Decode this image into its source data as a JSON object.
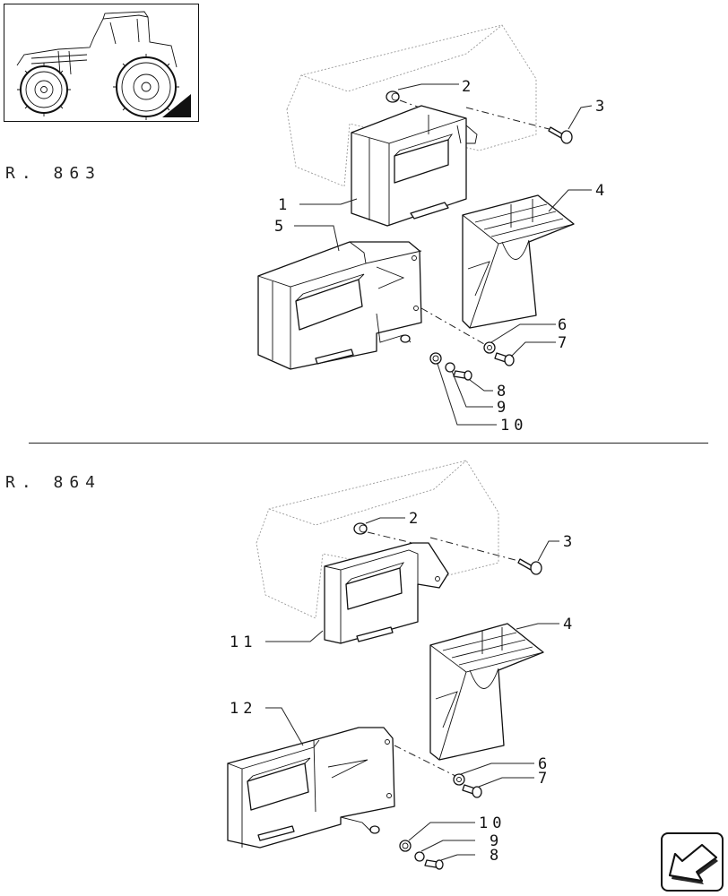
{
  "sections": [
    {
      "ref": "R. 863",
      "callouts": [
        {
          "id": "c1",
          "text": "1"
        },
        {
          "id": "c2",
          "text": "2"
        },
        {
          "id": "c3",
          "text": "3"
        },
        {
          "id": "c4",
          "text": "4"
        },
        {
          "id": "c5",
          "text": "5"
        },
        {
          "id": "c6",
          "text": "6"
        },
        {
          "id": "c7",
          "text": "7"
        },
        {
          "id": "c8",
          "text": "8"
        },
        {
          "id": "c9",
          "text": "9"
        },
        {
          "id": "c10",
          "text": "10"
        }
      ]
    },
    {
      "ref": "R. 864",
      "callouts": [
        {
          "id": "d2",
          "text": "2"
        },
        {
          "id": "d3",
          "text": "3"
        },
        {
          "id": "d11",
          "text": "11"
        },
        {
          "id": "d4",
          "text": "4"
        },
        {
          "id": "d12",
          "text": "12"
        },
        {
          "id": "d6",
          "text": "6"
        },
        {
          "id": "d7",
          "text": "7"
        },
        {
          "id": "d10",
          "text": "10"
        },
        {
          "id": "d9",
          "text": "9"
        },
        {
          "id": "d8",
          "text": "8"
        }
      ]
    }
  ],
  "icons": {
    "thumbnail": "tractor-thumbnail-icon",
    "navigation": "next-page-arrow-icon"
  },
  "colors": {
    "line": "#111111",
    "ghost_outline": "#999999",
    "background": "#ffffff"
  }
}
